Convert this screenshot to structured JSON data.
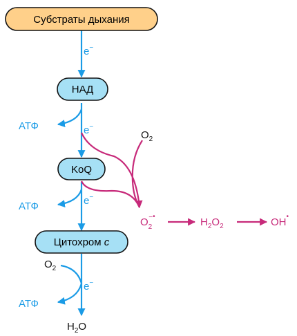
{
  "nodes": {
    "substrates": "Субстраты дыхания",
    "nad": "НАД",
    "koq": "KoQ",
    "cytochrome": "Цитохром ",
    "cytochrome_italic": "c"
  },
  "electron_label": "e",
  "electron_sup": "−",
  "atp_label": "АТФ",
  "oxygen": {
    "symbol": "O",
    "sub": "2"
  },
  "superoxide": {
    "symbol": "O",
    "sub": "2",
    "sup": "−",
    "dot": "•"
  },
  "peroxide": {
    "h": "H",
    "h_sub": "2",
    "o": "O",
    "o_sub": "2"
  },
  "hydroxyl": {
    "symbol": "OH",
    "dot": "•"
  },
  "water": {
    "h": "H",
    "sub": "2",
    "o": "O"
  },
  "colors": {
    "electron_flow": "#1a9be6",
    "node_fill_top": "#ffd08a",
    "node_fill": "#a6e0f5",
    "radical": "#c72a7a",
    "outline": "#111111"
  }
}
